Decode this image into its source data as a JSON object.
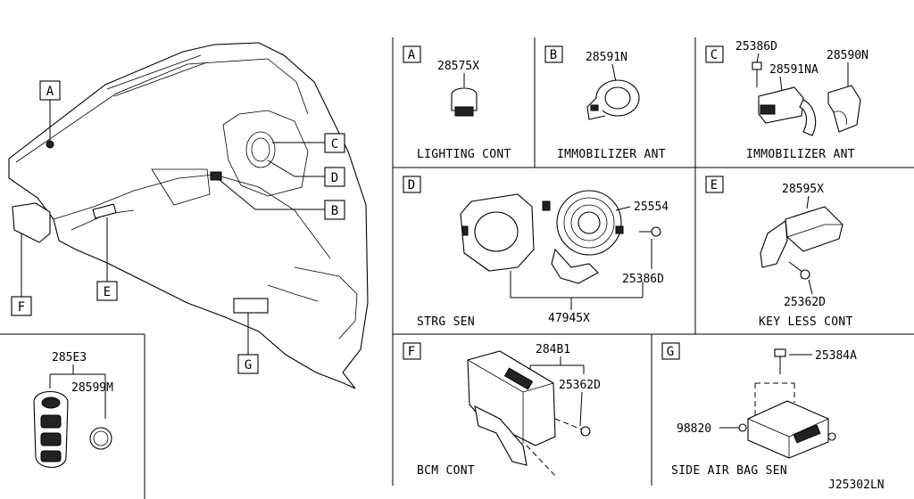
{
  "callouts": {
    "A": "A",
    "B": "B",
    "C": "C",
    "D": "D",
    "E": "E",
    "F": "F",
    "G": "G"
  },
  "panels": {
    "A": {
      "letter": "A",
      "parts": [
        "28575X"
      ],
      "caption": "LIGHTING CONT"
    },
    "B": {
      "letter": "B",
      "parts": [
        "28591N"
      ],
      "caption": "IMMOBILIZER ANT"
    },
    "C": {
      "letter": "C",
      "parts": [
        "25386D",
        "28591NA",
        "28590N"
      ],
      "caption": "IMMOBILIZER ANT"
    },
    "D": {
      "letter": "D",
      "parts": [
        "25554",
        "25386D",
        "47945X"
      ],
      "caption": "STRG SEN"
    },
    "E": {
      "letter": "E",
      "parts": [
        "28595X",
        "25362D"
      ],
      "caption": "KEY LESS CONT"
    },
    "F": {
      "letter": "F",
      "parts": [
        "284B1",
        "25362D"
      ],
      "caption": "BCM CONT"
    },
    "G": {
      "letter": "G",
      "parts": [
        "25384A",
        "98820"
      ],
      "caption": "SIDE AIR BAG SEN"
    },
    "KEY": {
      "parts": [
        "285E3",
        "28599M"
      ]
    }
  },
  "diagram_id": "J25302LN"
}
